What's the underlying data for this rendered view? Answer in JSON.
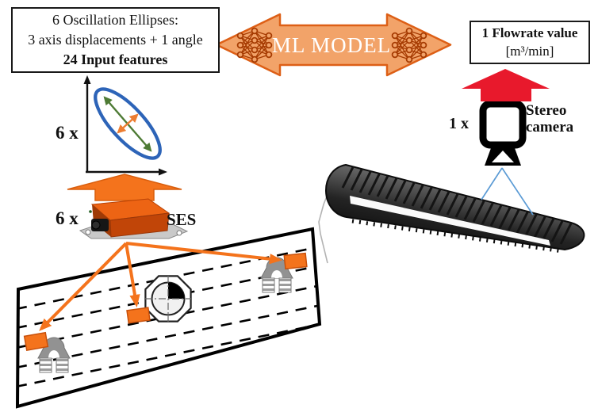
{
  "figure": {
    "input_box": {
      "line1": "6 Oscillation Ellipses:",
      "line2": "3 axis displacements + 1 angle",
      "line3": "24 Input features"
    },
    "ml_model": {
      "label": "ML MODEL"
    },
    "output_box": {
      "line1": "1 Flowrate value",
      "line2": "[m³/min]"
    },
    "ellipse_plot": {
      "count": "6 x"
    },
    "ses": {
      "count": "6 x",
      "label": "SES"
    },
    "camera": {
      "count": "1 x",
      "label_line1": "Stereo",
      "label_line2": "camera"
    }
  },
  "icons": {
    "ml_arrow": "double-headed-block-arrow",
    "neural_network": "node-link-glyph",
    "orange_up_arrow": "block-arrow-up",
    "red_up_arrow": "block-arrow-up",
    "stereo_camera": "camera-pictogram",
    "ses_sensor": "orange-sensor-box-on-plate",
    "spring_mount": "vibration-spring-symbol",
    "center_of_gravity": "octagon-quadrant-circle",
    "conveyor_belt": "3d-ribbed-belt",
    "oscillation_ellipse": "ellipse-with-axes-plot"
  },
  "colors": {
    "orange_accent": "#F4731C",
    "ml_arrow_fill": "#F2A369",
    "ml_arrow_border": "#DD5F16",
    "nn_icon": "#A63B02",
    "red_arrow": "#E8192C",
    "ellipse_blue": "#2D64B8",
    "major_axis_green": "#4E7B35",
    "minor_axis_orange": "#ED7D31",
    "fov_blue": "#5B9BD5"
  }
}
